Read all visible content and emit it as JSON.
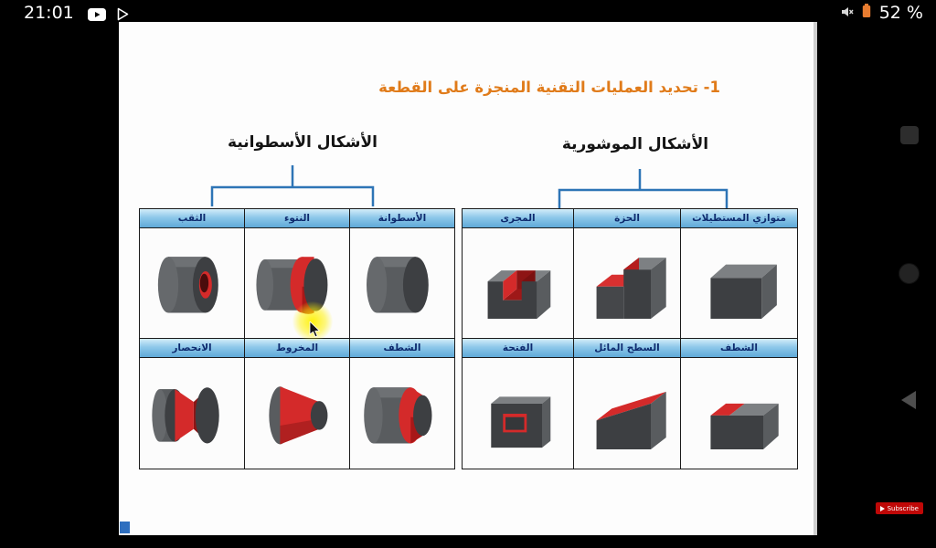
{
  "status_bar": {
    "time": "21:01",
    "battery_percent": "52 %",
    "left_icons": [
      "youtube-icon",
      "play-outline-icon"
    ],
    "right_icons": [
      "mute-icon",
      "battery-saver-icon"
    ]
  },
  "nav_bar": {
    "buttons": [
      "recents",
      "home",
      "back"
    ]
  },
  "player": {
    "subscribe_label": "Subscribe"
  },
  "slide": {
    "title": "1- تحديد العمليات التقنية المنجزة على القطعة",
    "cylindrical_group": {
      "header": "الأشكال الأسطوانية",
      "row1_labels": [
        "الثقب",
        "النتوء",
        "الأسطوانة"
      ],
      "row1_shapes": [
        "drilled-hole",
        "boss-protrusion",
        "cylinder"
      ],
      "row2_labels": [
        "الانحصار",
        "المخروط",
        "الشطف"
      ],
      "row2_shapes": [
        "groove",
        "cone",
        "chamfer"
      ]
    },
    "prismatic_group": {
      "header": "الأشكال الموشورية",
      "row1_labels": [
        "المجرى",
        "الحزة",
        "متوازي المستطيلات"
      ],
      "row1_shapes": [
        "channel-slot",
        "step-notch",
        "rectangular-block"
      ],
      "row2_labels": [
        "الفتحة",
        "السطح المائل",
        "الشطف"
      ],
      "row2_shapes": [
        "through-opening",
        "inclined-surface",
        "chamfer"
      ]
    },
    "colors": {
      "title_orange": "#e07b1a",
      "table_header_blue": "#5fa9d8",
      "brace_blue": "#2e75b6",
      "machined_surface_red": "#d42a2a",
      "part_gray": "#3d3f42"
    }
  }
}
